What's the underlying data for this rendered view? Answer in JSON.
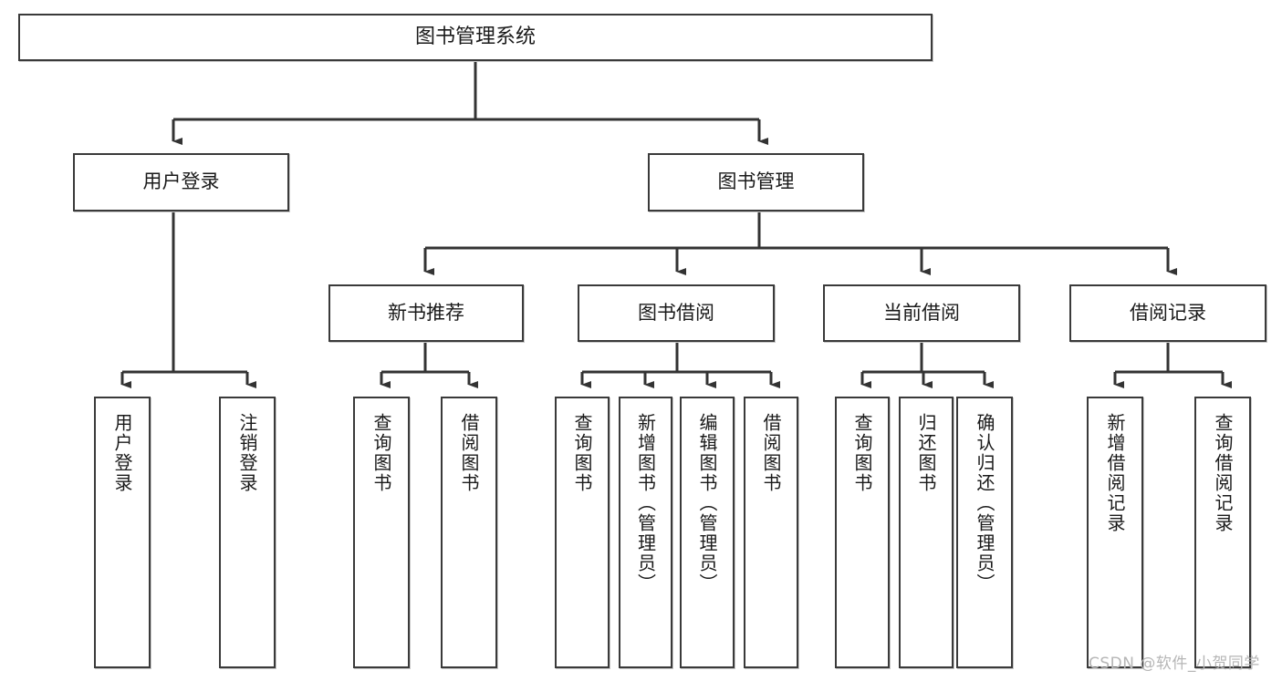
{
  "diagram": {
    "type": "tree",
    "title": "图书管理系统",
    "root": {
      "label": "图书管理系统"
    },
    "level1": [
      {
        "label": "用户登录"
      },
      {
        "label": "图书管理"
      }
    ],
    "level2": [
      {
        "label": "新书推荐"
      },
      {
        "label": "图书借阅"
      },
      {
        "label": "当前借阅"
      },
      {
        "label": "借阅记录"
      }
    ],
    "leaves": {
      "user_login": [
        {
          "label": "用户登录"
        },
        {
          "label": "注销登录"
        }
      ],
      "new_book": [
        {
          "label": "查询图书"
        },
        {
          "label": "借阅图书"
        }
      ],
      "borrow_book": [
        {
          "label": "查询图书"
        },
        {
          "label": "新增图书（管理员）"
        },
        {
          "label": "编辑图书（管理员）"
        },
        {
          "label": "借阅图书"
        }
      ],
      "current_borrow": [
        {
          "label": "查询图书"
        },
        {
          "label": "归还图书"
        },
        {
          "label": "确认归还（管理员）"
        }
      ],
      "borrow_record": [
        {
          "label": "新增借阅记录"
        },
        {
          "label": "查询借阅记录"
        }
      ]
    }
  },
  "watermark": {
    "text": "CSDN @软件_小贺同学"
  },
  "colors": {
    "box_border": "#3a3a3a",
    "box_fill": "#ffffff",
    "connector": "#333333",
    "text": "#1a1a1a",
    "watermark": "#b6b6b6"
  }
}
